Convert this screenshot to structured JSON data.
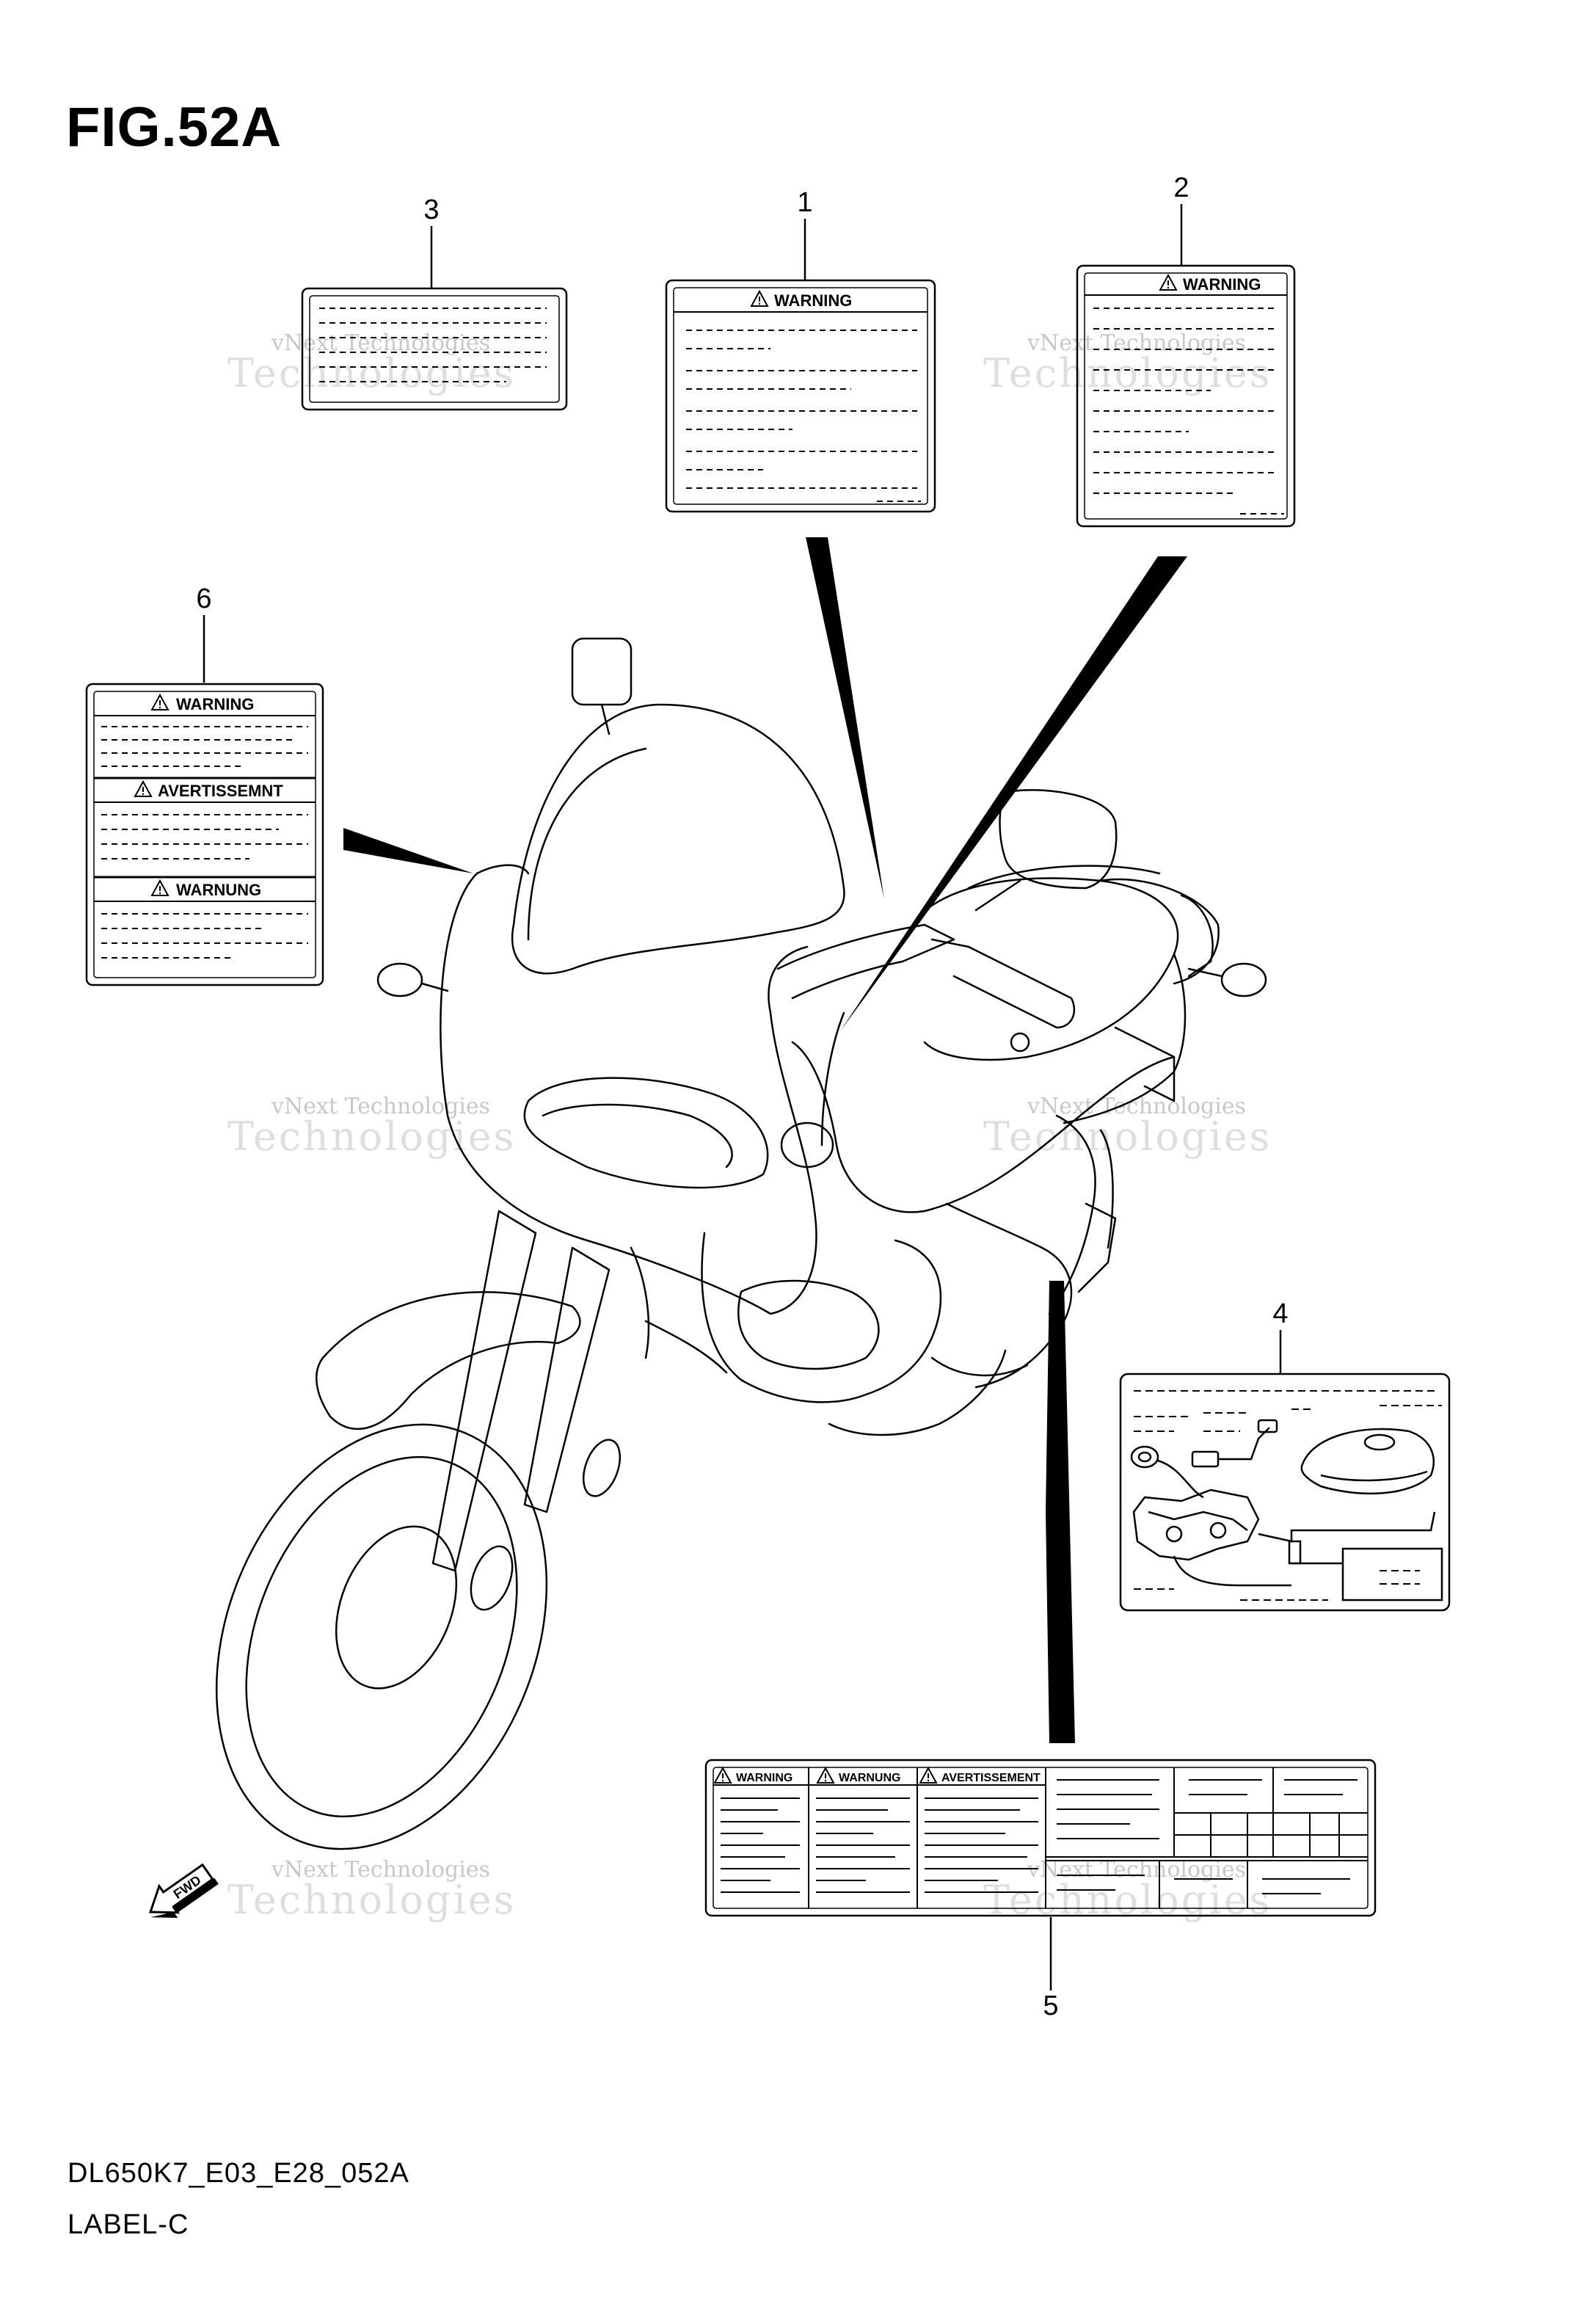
{
  "figure": {
    "title": "FIG.52A",
    "model_code": "DL650K7_E03_E28_052A",
    "section": "LABEL-C"
  },
  "callouts": [
    "1",
    "2",
    "3",
    "4",
    "5",
    "6"
  ],
  "labels": {
    "label1": {
      "heading": "WARNING"
    },
    "label2": {
      "heading": "WARNING"
    },
    "label6": {
      "headings": [
        "WARNING",
        "AVERTISSEMNT",
        "WARNUNG"
      ]
    },
    "label5": {
      "headings": [
        "WARNING",
        "WARNUNG",
        "AVERTISSEMENT"
      ]
    }
  },
  "fwd_badge": "FWD",
  "watermark": {
    "line1": "vNext Technologies",
    "line2": "Technologies"
  }
}
